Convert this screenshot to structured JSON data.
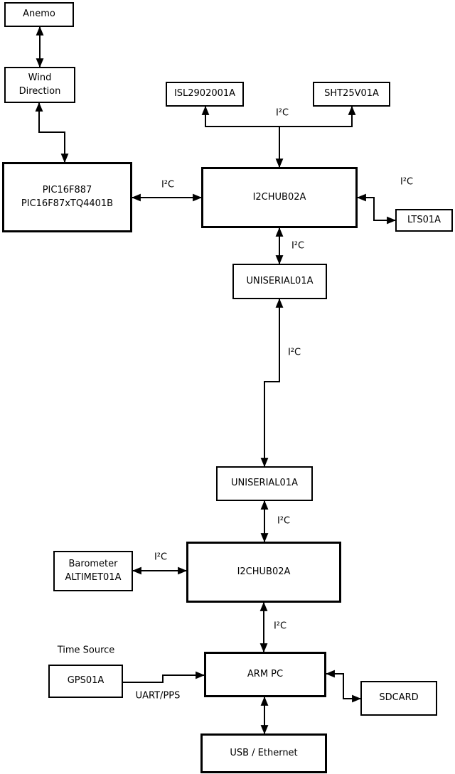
{
  "diagram": {
    "nodes": {
      "anemo": {
        "label": "Anemo"
      },
      "wind": {
        "label": "Wind\nDirection"
      },
      "pic": {
        "label": "PIC16F887\nPIC16F87xTQ4401B"
      },
      "isl": {
        "label": "ISL2902001A"
      },
      "sht": {
        "label": "SHT25V01A"
      },
      "i2c_hub_1": {
        "label": "I2CHUB02A"
      },
      "lts": {
        "label": "LTS01A"
      },
      "uniserial_1": {
        "label": "UNISERIAL01A"
      },
      "uniserial_2": {
        "label": "UNISERIAL01A"
      },
      "i2c_hub_2": {
        "label": "I2CHUB02A"
      },
      "barometer": {
        "label": "Barometer\nALTIMET01A"
      },
      "gps": {
        "label": "GPS01A"
      },
      "arm_pc": {
        "label": "ARM PC"
      },
      "sdcard": {
        "label": "SDCARD"
      },
      "usb_ethernet": {
        "label": "USB / Ethernet"
      }
    },
    "edge_labels": {
      "i2c": "I²C",
      "uart_pps": "UART/PPS",
      "time_source": "Time Source"
    },
    "colors": {
      "line": "#000000",
      "box_fill": "#ffffff",
      "background": "#ffffff"
    }
  }
}
